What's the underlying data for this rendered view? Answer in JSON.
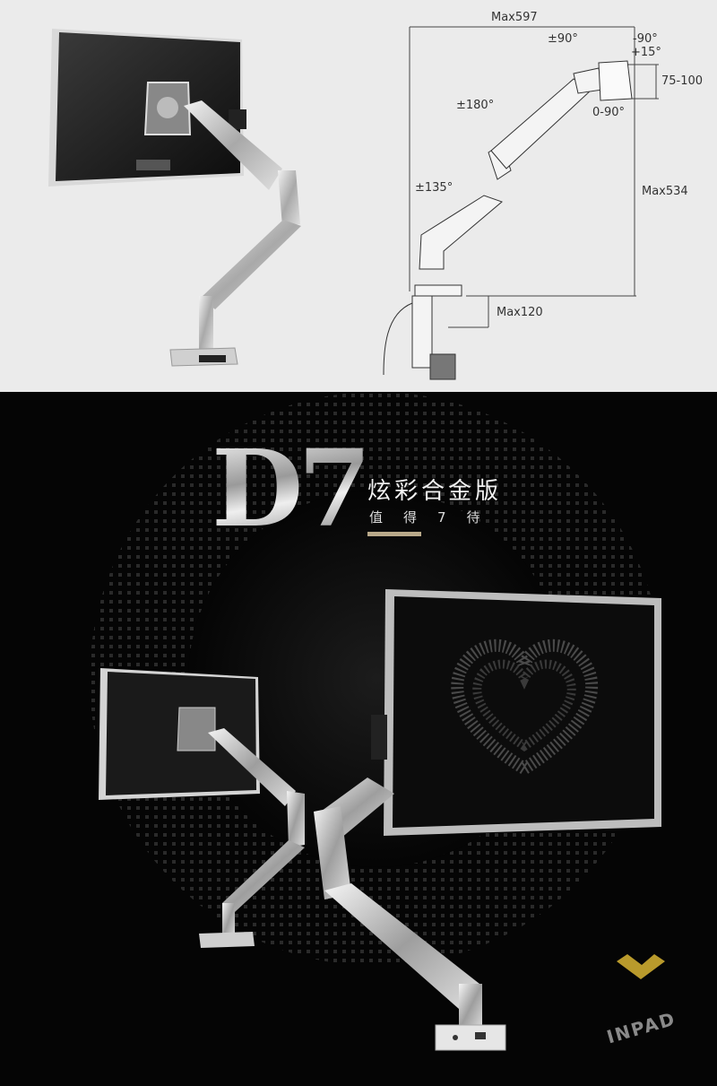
{
  "dimensions": {
    "max_reach": "Max597",
    "swivel_top": "±90°",
    "tilt": "-90°",
    "tilt_up": "+15°",
    "vesa": "75-100",
    "swivel_mid": "±180°",
    "rotate": "0-90°",
    "swivel_base": "±135°",
    "max_height": "Max534",
    "max_clamp": "Max120"
  },
  "promo": {
    "model": "D7",
    "edition": "炫彩合金版",
    "tagline": "值得7待",
    "brand": "INPAD"
  },
  "colors": {
    "top_background": "#ebebeb",
    "bottom_background": "#050505",
    "accent_rule": "#b9a98a",
    "arm_silver": "#c8c8c8"
  }
}
